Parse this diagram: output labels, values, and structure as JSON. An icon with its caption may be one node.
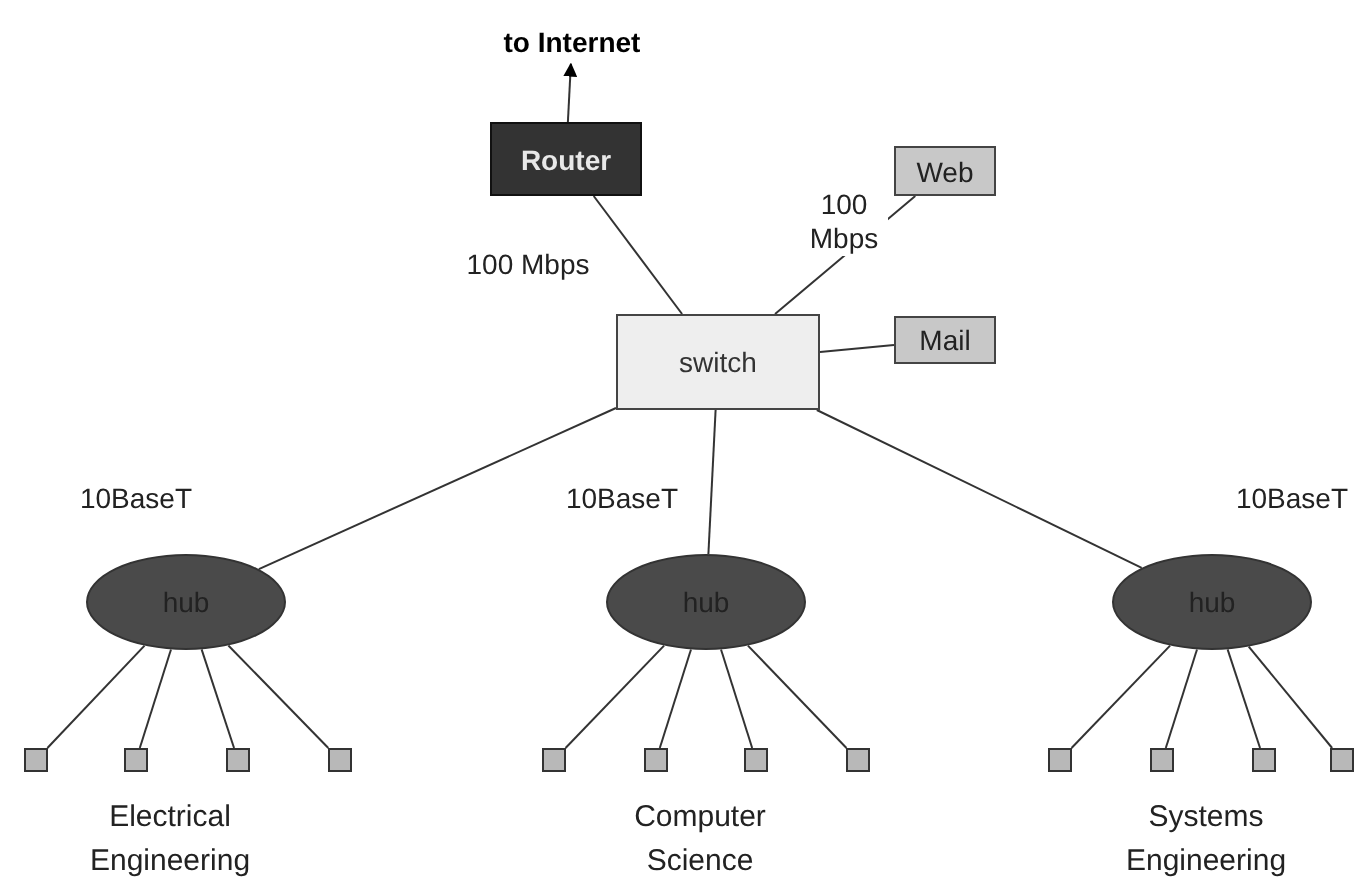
{
  "diagram": {
    "nodes": [
      {
        "text": [
          "to Internet"
        ]
      },
      {
        "text": [
          "Router"
        ]
      },
      {
        "text": [
          "Web"
        ]
      },
      {
        "text": [
          "switch"
        ]
      },
      {
        "text": [
          "Mail"
        ]
      },
      {
        "text": [
          "hub"
        ]
      },
      {
        "text": [
          "hub"
        ]
      },
      {
        "text": [
          "hub"
        ]
      },
      {
        "text": [],
        "shape": "box"
      },
      {
        "text": [],
        "shape": "box"
      },
      {
        "text": [],
        "shape": "box"
      },
      {
        "text": [],
        "shape": "box"
      },
      {
        "text": [],
        "shape": "box"
      },
      {
        "text": [],
        "shape": "box"
      },
      {
        "text": [],
        "shape": "box"
      },
      {
        "text": [],
        "shape": "box"
      },
      {
        "text": [],
        "shape": "box"
      },
      {
        "text": [],
        "shape": "box"
      },
      {
        "text": [],
        "shape": "box"
      },
      {
        "text": [],
        "shape": "box"
      }
    ],
    "edges": [
      {
        "from": 1,
        "to": 0,
        "arrow": "to"
      },
      {
        "from": 3,
        "to": 1,
        "arrow": "none",
        "label": "100 Mbps"
      },
      {
        "from": 3,
        "to": 2,
        "arrow": "none",
        "label": "100 Mbps"
      },
      {
        "from": 3,
        "to": 4,
        "arrow": "none"
      },
      {
        "from": 3,
        "to": 5,
        "arrow": "none",
        "label": "10BaseT"
      },
      {
        "from": 3,
        "to": 6,
        "arrow": "none",
        "label": "10BaseT"
      },
      {
        "from": 3,
        "to": 7,
        "arrow": "none",
        "label": "10BaseT"
      },
      {
        "from": 5,
        "to": 8,
        "arrow": "none"
      },
      {
        "from": 5,
        "to": 9,
        "arrow": "none"
      },
      {
        "from": 5,
        "to": 10,
        "arrow": "none"
      },
      {
        "from": 5,
        "to": 11,
        "arrow": "none"
      },
      {
        "from": 6,
        "to": 12,
        "arrow": "none"
      },
      {
        "from": 6,
        "to": 13,
        "arrow": "none"
      },
      {
        "from": 6,
        "to": 14,
        "arrow": "none"
      },
      {
        "from": 6,
        "to": 15,
        "arrow": "none"
      },
      {
        "from": 7,
        "to": 16,
        "arrow": "none"
      },
      {
        "from": 7,
        "to": 17,
        "arrow": "none"
      },
      {
        "from": 7,
        "to": 18,
        "arrow": "none"
      },
      {
        "from": 7,
        "to": 19,
        "arrow": "none"
      }
    ],
    "labels": [
      "Electrical Engineering",
      "Computer Science",
      "Systems Engineering"
    ]
  }
}
